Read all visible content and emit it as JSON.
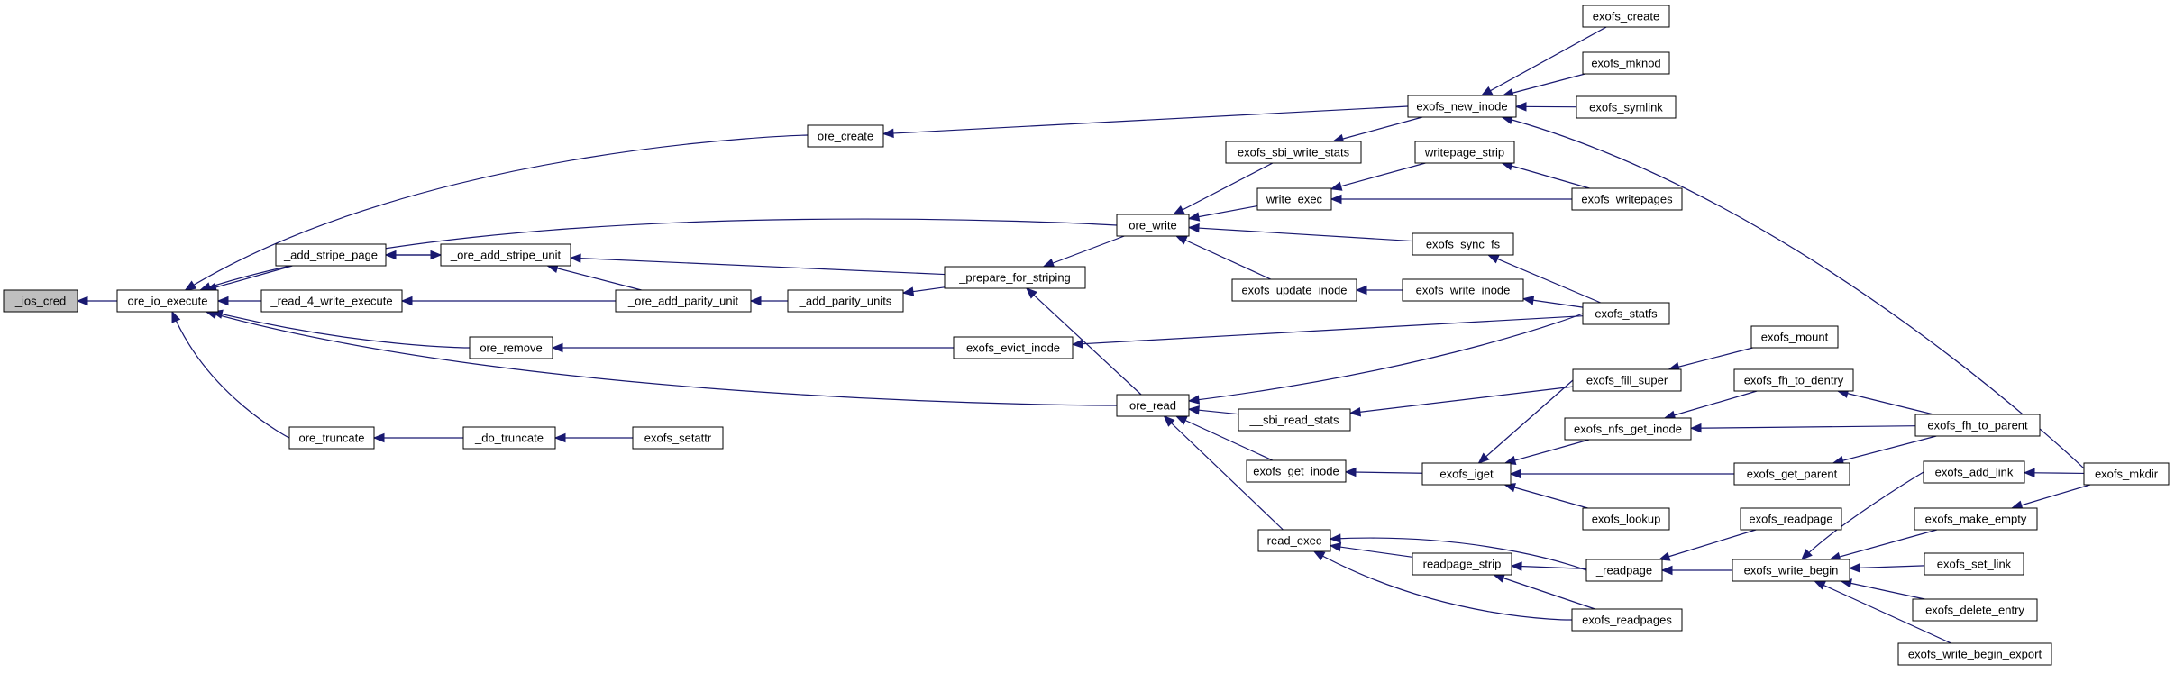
{
  "colors": {
    "edge": "#191970",
    "node_border": "#000000",
    "node_border_truncated": "#ff0000",
    "node_fill": "#ffffff",
    "root_fill": "#bfbfbf"
  },
  "nodes": [
    {
      "id": "ios_cred",
      "label": "_ios_cred",
      "root": true
    },
    {
      "id": "ore_io_execute",
      "label": "ore_io_execute"
    },
    {
      "id": "ore_create",
      "label": "ore_create"
    },
    {
      "id": "add_stripe_page",
      "label": "_add_stripe_page"
    },
    {
      "id": "ore_add_stripe_unit",
      "label": "_ore_add_stripe_unit"
    },
    {
      "id": "read_4_write_execute",
      "label": "_read_4_write_execute"
    },
    {
      "id": "ore_remove",
      "label": "ore_remove"
    },
    {
      "id": "ore_truncate",
      "label": "ore_truncate"
    },
    {
      "id": "do_truncate",
      "label": "_do_truncate"
    },
    {
      "id": "exofs_setattr",
      "label": "exofs_setattr"
    },
    {
      "id": "ore_add_parity_unit",
      "label": "_ore_add_parity_unit"
    },
    {
      "id": "add_parity_units",
      "label": "_add_parity_units"
    },
    {
      "id": "prepare_for_striping",
      "label": "_prepare_for_striping"
    },
    {
      "id": "exofs_evict_inode",
      "label": "exofs_evict_inode"
    },
    {
      "id": "ore_write",
      "label": "ore_write"
    },
    {
      "id": "ore_read",
      "label": "ore_read"
    },
    {
      "id": "exofs_sbi_write_stats",
      "label": "exofs_sbi_write_stats"
    },
    {
      "id": "write_exec",
      "label": "write_exec"
    },
    {
      "id": "exofs_update_inode",
      "label": "exofs_update_inode"
    },
    {
      "id": "sbi_read_stats",
      "label": "__sbi_read_stats"
    },
    {
      "id": "exofs_get_inode",
      "label": "exofs_get_inode"
    },
    {
      "id": "read_exec",
      "label": "read_exec"
    },
    {
      "id": "exofs_new_inode",
      "label": "exofs_new_inode"
    },
    {
      "id": "exofs_create",
      "label": "exofs_create"
    },
    {
      "id": "exofs_mknod",
      "label": "exofs_mknod"
    },
    {
      "id": "exofs_symlink",
      "label": "exofs_symlink"
    },
    {
      "id": "writepage_strip",
      "label": "writepage_strip"
    },
    {
      "id": "exofs_writepages",
      "label": "exofs_writepages"
    },
    {
      "id": "exofs_sync_fs",
      "label": "exofs_sync_fs"
    },
    {
      "id": "exofs_write_inode",
      "label": "exofs_write_inode"
    },
    {
      "id": "exofs_statfs",
      "label": "exofs_statfs"
    },
    {
      "id": "exofs_mount",
      "label": "exofs_mount"
    },
    {
      "id": "exofs_fill_super",
      "label": "exofs_fill_super"
    },
    {
      "id": "exofs_fh_to_dentry",
      "label": "exofs_fh_to_dentry"
    },
    {
      "id": "exofs_nfs_get_inode",
      "label": "exofs_nfs_get_inode"
    },
    {
      "id": "exofs_fh_to_parent",
      "label": "exofs_fh_to_parent"
    },
    {
      "id": "exofs_iget",
      "label": "exofs_iget"
    },
    {
      "id": "exofs_get_parent",
      "label": "exofs_get_parent"
    },
    {
      "id": "exofs_lookup",
      "label": "exofs_lookup"
    },
    {
      "id": "exofs_readpage",
      "label": "exofs_readpage"
    },
    {
      "id": "readpage_strip",
      "label": "readpage_strip"
    },
    {
      "id": "readpage",
      "label": "_readpage"
    },
    {
      "id": "exofs_write_begin",
      "label": "exofs_write_begin"
    },
    {
      "id": "exofs_readpages",
      "label": "exofs_readpages"
    },
    {
      "id": "exofs_add_link",
      "label": "exofs_add_link",
      "truncated": true
    },
    {
      "id": "exofs_mkdir",
      "label": "exofs_mkdir"
    },
    {
      "id": "exofs_make_empty",
      "label": "exofs_make_empty"
    },
    {
      "id": "exofs_set_link",
      "label": "exofs_set_link",
      "truncated": true
    },
    {
      "id": "exofs_delete_entry",
      "label": "exofs_delete_entry",
      "truncated": true
    },
    {
      "id": "exofs_write_begin_export",
      "label": "exofs_write_begin_export"
    }
  ],
  "edges": [
    [
      "ore_io_execute",
      "ios_cred"
    ],
    [
      "ore_create",
      "ore_io_execute"
    ],
    [
      "ore_write",
      "ore_io_execute"
    ],
    [
      "add_stripe_page",
      "ore_io_execute"
    ],
    [
      "read_4_write_execute",
      "ore_io_execute"
    ],
    [
      "ore_remove",
      "ore_io_execute"
    ],
    [
      "ore_read",
      "ore_io_execute"
    ],
    [
      "ore_truncate",
      "ore_io_execute"
    ],
    [
      "ore_add_stripe_unit",
      "add_stripe_page"
    ],
    [
      "add_stripe_page",
      "ore_add_stripe_unit"
    ],
    [
      "prepare_for_striping",
      "ore_add_stripe_unit"
    ],
    [
      "ore_add_parity_unit",
      "ore_add_stripe_unit"
    ],
    [
      "ore_add_parity_unit",
      "read_4_write_execute"
    ],
    [
      "add_parity_units",
      "ore_add_parity_unit"
    ],
    [
      "prepare_for_striping",
      "add_parity_units"
    ],
    [
      "ore_write",
      "prepare_for_striping"
    ],
    [
      "ore_read",
      "prepare_for_striping"
    ],
    [
      "exofs_evict_inode",
      "ore_remove"
    ],
    [
      "do_truncate",
      "ore_truncate"
    ],
    [
      "exofs_setattr",
      "do_truncate"
    ],
    [
      "exofs_new_inode",
      "ore_create"
    ],
    [
      "exofs_sbi_write_stats",
      "ore_write"
    ],
    [
      "write_exec",
      "ore_write"
    ],
    [
      "exofs_sync_fs",
      "ore_write"
    ],
    [
      "exofs_update_inode",
      "ore_write"
    ],
    [
      "exofs_statfs",
      "exofs_evict_inode"
    ],
    [
      "exofs_statfs",
      "ore_read"
    ],
    [
      "sbi_read_stats",
      "ore_read"
    ],
    [
      "exofs_get_inode",
      "ore_read"
    ],
    [
      "read_exec",
      "ore_read"
    ],
    [
      "exofs_new_inode",
      "exofs_sbi_write_stats"
    ],
    [
      "writepage_strip",
      "write_exec"
    ],
    [
      "exofs_writepages",
      "write_exec"
    ],
    [
      "exofs_write_inode",
      "exofs_update_inode"
    ],
    [
      "exofs_fill_super",
      "sbi_read_stats"
    ],
    [
      "exofs_iget",
      "exofs_get_inode"
    ],
    [
      "readpage",
      "read_exec"
    ],
    [
      "readpage_strip",
      "read_exec"
    ],
    [
      "exofs_readpages",
      "read_exec"
    ],
    [
      "exofs_create",
      "exofs_new_inode"
    ],
    [
      "exofs_mknod",
      "exofs_new_inode"
    ],
    [
      "exofs_symlink",
      "exofs_new_inode"
    ],
    [
      "exofs_mkdir",
      "exofs_new_inode"
    ],
    [
      "exofs_writepages",
      "writepage_strip"
    ],
    [
      "exofs_statfs",
      "exofs_sync_fs"
    ],
    [
      "exofs_statfs",
      "exofs_write_inode"
    ],
    [
      "exofs_mount",
      "exofs_fill_super"
    ],
    [
      "exofs_fill_super",
      "exofs_iget"
    ],
    [
      "exofs_nfs_get_inode",
      "exofs_iget"
    ],
    [
      "exofs_get_parent",
      "exofs_iget"
    ],
    [
      "exofs_lookup",
      "exofs_iget"
    ],
    [
      "exofs_fh_to_dentry",
      "exofs_nfs_get_inode"
    ],
    [
      "exofs_fh_to_parent",
      "exofs_nfs_get_inode"
    ],
    [
      "exofs_fh_to_parent",
      "exofs_fh_to_dentry"
    ],
    [
      "exofs_fh_to_parent",
      "exofs_get_parent"
    ],
    [
      "exofs_readpage",
      "readpage"
    ],
    [
      "exofs_write_begin",
      "readpage"
    ],
    [
      "readpage",
      "readpage_strip"
    ],
    [
      "exofs_readpages",
      "readpage_strip"
    ],
    [
      "exofs_add_link",
      "exofs_write_begin"
    ],
    [
      "exofs_make_empty",
      "exofs_write_begin"
    ],
    [
      "exofs_set_link",
      "exofs_write_begin"
    ],
    [
      "exofs_delete_entry",
      "exofs_write_begin"
    ],
    [
      "exofs_write_begin_export",
      "exofs_write_begin"
    ],
    [
      "exofs_mkdir",
      "exofs_add_link"
    ],
    [
      "exofs_mkdir",
      "exofs_make_empty"
    ]
  ]
}
